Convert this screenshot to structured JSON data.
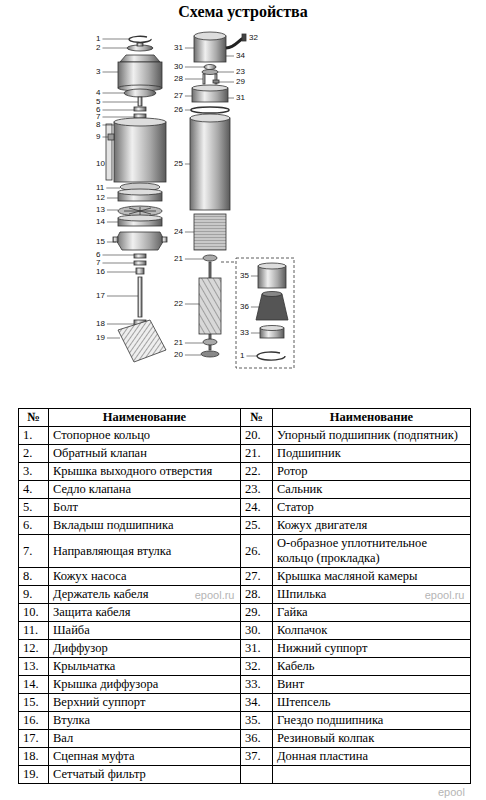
{
  "diagram": {
    "title": "Схема устройства",
    "labels": [
      "1",
      "2",
      "3",
      "4",
      "5",
      "6",
      "7",
      "8",
      "9",
      "10",
      "11",
      "12",
      "13",
      "14",
      "15",
      "6",
      "7",
      "16",
      "17",
      "18",
      "19",
      "31",
      "30",
      "28",
      "27",
      "26",
      "25",
      "24",
      "21",
      "22",
      "21",
      "20",
      "32",
      "34",
      "23",
      "29",
      "31",
      "35",
      "36",
      "33",
      "1",
      "№",
      "Наименование",
      "№",
      "Наименование",
      "1.",
      "Стопорное кольцо",
      "20.",
      "Упорный подшипник (подпятник)",
      "2.",
      "Обратный клапан",
      "21.",
      "Подшипник",
      "3.",
      "Крышка выходного отверстия",
      "22.",
      "Ротор",
      "4.",
      "Седло клапана",
      "23.",
      "Сальник",
      "5.",
      "Болт",
      "24.",
      "Статор",
      "6.",
      "Вкладыш подшипника",
      "25.",
      "Кожух двигателя",
      "7.",
      "Направляющая втулка",
      "26.",
      "О-образное уплотнительное кольцо (прокладка)",
      "8.",
      "Кожух насоса",
      "27.",
      "Крышка масляной камеры",
      "9.",
      "Держатель кабеля",
      "28.",
      "Шпилька",
      "10.",
      "Защита кабеля",
      "29.",
      "Гайка",
      "11.",
      "Шайба",
      "30.",
      "Колпачок",
      "12.",
      "Диффузор",
      "31.",
      "Нижний суппорт",
      "13.",
      "Крыльчатка",
      "32.",
      "Кабель",
      "14.",
      "Крышка диффузора",
      "33.",
      "Винт",
      "15.",
      "Верхний суппорт",
      "34.",
      "Штепсель",
      "16.",
      "Втулка",
      "35.",
      "Гнездо подшипника",
      "17.",
      "Вал",
      "36.",
      "Резиновый колпак",
      "18.",
      "Сцепная муфта",
      "37.",
      "Донная пластина",
      "19.",
      "Сетчатый фильтр",
      "epool.ru",
      "epool.ru",
      "epool"
    ]
  }
}
